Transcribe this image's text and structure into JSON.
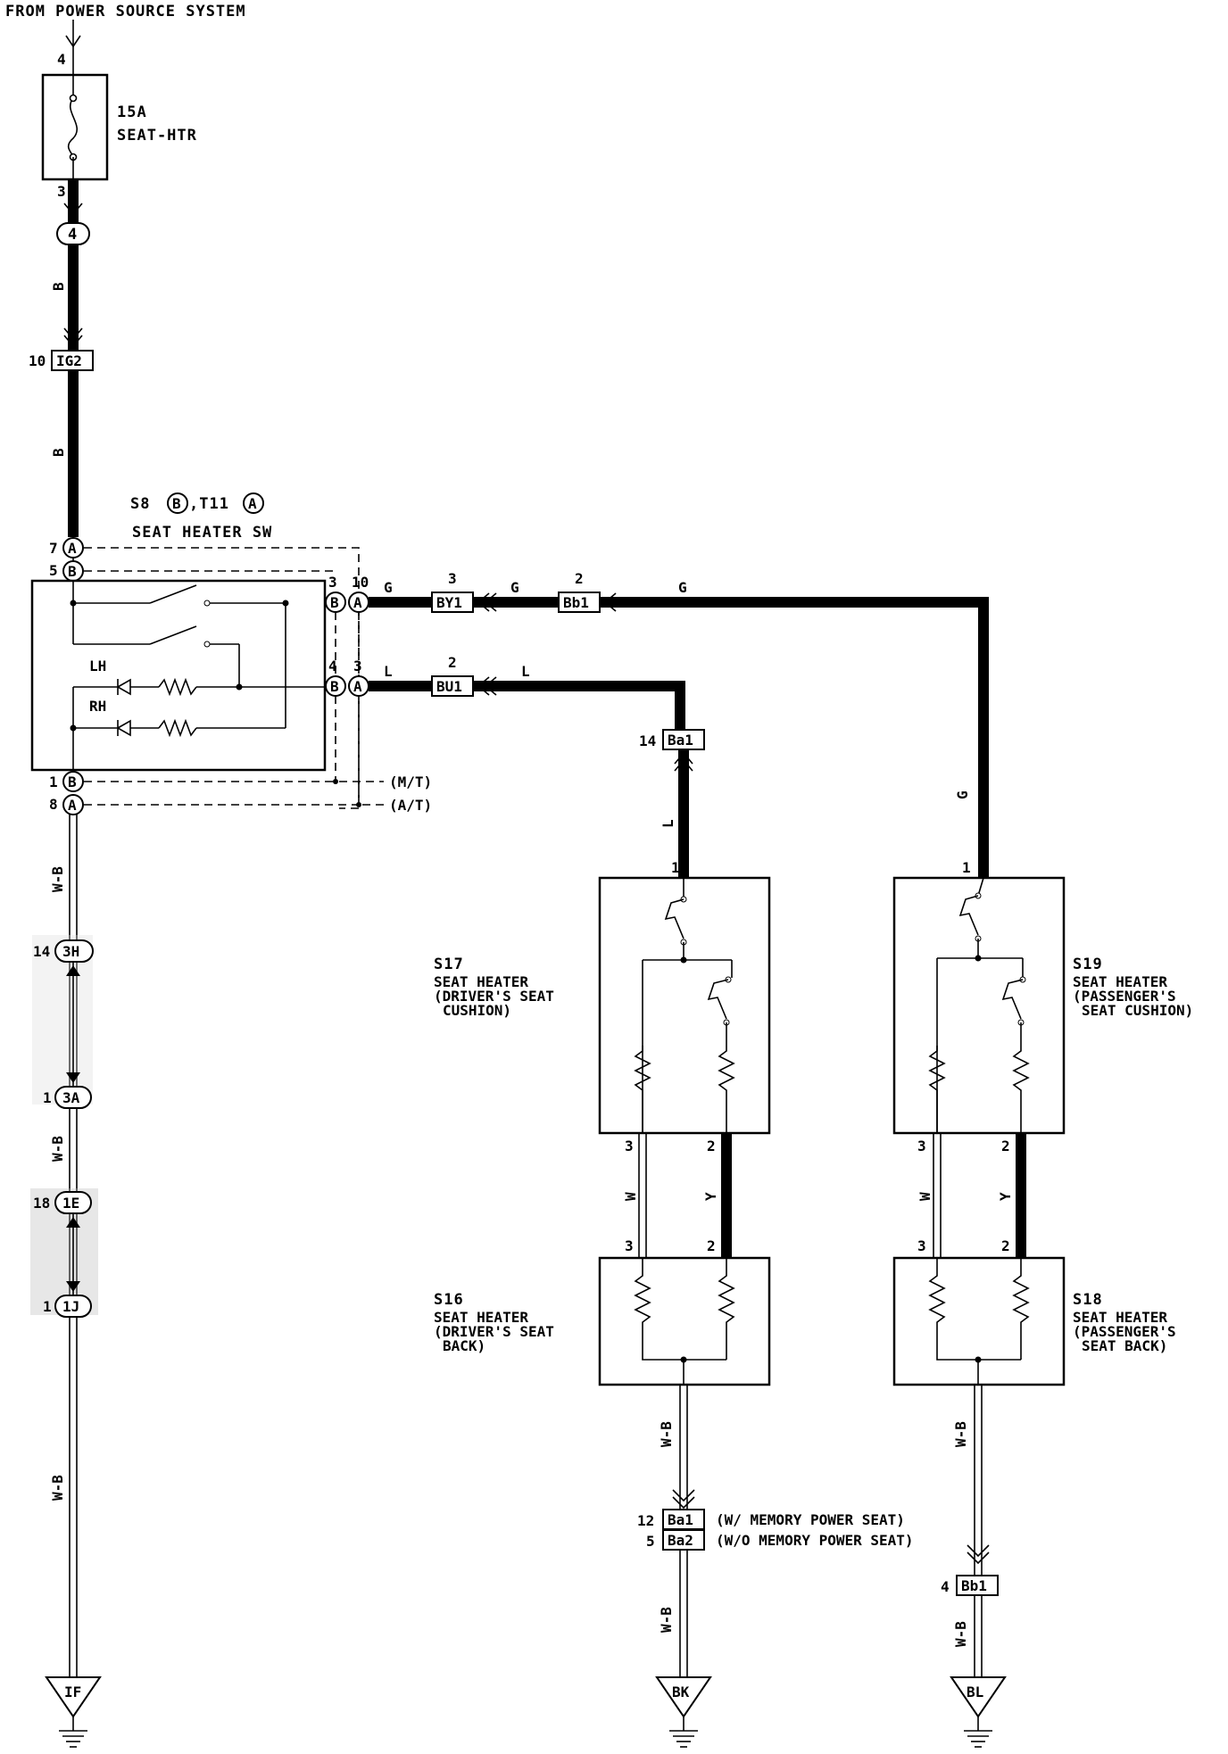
{
  "header": {
    "source": "FROM POWER SOURCE SYSTEM"
  },
  "fuse": {
    "amp": "15A",
    "name": "SEAT-HTR",
    "pin_top": "4",
    "pin_bottom": "3"
  },
  "junctions": {
    "j4": "4",
    "ig2": {
      "pin": "10",
      "label": "IG2"
    },
    "h3": {
      "pin": "14",
      "label": "3H"
    },
    "a3": {
      "pin": "1",
      "label": "3A"
    },
    "e1": {
      "pin": "18",
      "label": "1E"
    },
    "j1": {
      "pin": "1",
      "label": "1J"
    }
  },
  "wire_colors": {
    "b1": "B",
    "b2": "B",
    "wb_main1": "W-B",
    "wb_main2": "W-B",
    "wb_main3": "W-B",
    "g1": "G",
    "g2": "G",
    "g3": "G",
    "g_vert": "G",
    "l1": "L",
    "l2": "L",
    "l_vert": "L",
    "w_drv": "W",
    "y_drv": "Y",
    "w_pas": "W",
    "y_pas": "Y",
    "wb_drv": "W-B",
    "wb_drv2": "W-B",
    "wb_pas": "W-B",
    "wb_pas2": "W-B"
  },
  "switch": {
    "title_s8": "S8",
    "title_b": "B",
    "title_sep": ",T11",
    "title_a": "A",
    "name": "SEAT HEATER SW",
    "pin_7": "7",
    "pin_7_conn": "A",
    "pin_5": "5",
    "pin_5_conn": "B",
    "pin_1": "1",
    "pin_1_conn": "B",
    "pin_8": "8",
    "pin_8_conn": "A",
    "pin_3": "3",
    "pin_10": "10",
    "pin_4": "4",
    "pin_3b": "3",
    "conn_b": "B",
    "conn_a": "A",
    "lh": "LH",
    "rh": "RH",
    "mt": "(M/T)",
    "at": "(A/T)"
  },
  "connectors": {
    "by1": {
      "pin": "3",
      "label": "BY1"
    },
    "bb1_top": {
      "pin": "2",
      "label": "Bb1"
    },
    "bu1": {
      "pin": "2",
      "label": "BU1"
    },
    "ba1_top": {
      "pin": "14",
      "label": "Ba1"
    },
    "ba1_bot": {
      "pin": "12",
      "label": "Ba1",
      "note": "(W/ MEMORY POWER SEAT)"
    },
    "ba2_bot": {
      "pin": "5",
      "label": "Ba2",
      "note": "(W/O MEMORY POWER SEAT)"
    },
    "bb1_bot": {
      "pin": "4",
      "label": "Bb1"
    }
  },
  "components": {
    "s17": {
      "id": "S17",
      "l1": "SEAT HEATER",
      "l2": "(DRIVER'S SEAT",
      "l3": "CUSHION)",
      "pin1": "1",
      "pin3": "3",
      "pin2": "2"
    },
    "s19": {
      "id": "S19",
      "l1": "SEAT HEATER",
      "l2": "(PASSENGER'S",
      "l3": "SEAT CUSHION)",
      "pin1": "1",
      "pin3": "3",
      "pin2": "2"
    },
    "s16": {
      "id": "S16",
      "l1": "SEAT HEATER",
      "l2": "(DRIVER'S SEAT",
      "l3": "BACK)",
      "pin3": "3",
      "pin2": "2"
    },
    "s18": {
      "id": "S18",
      "l1": "SEAT HEATER",
      "l2": "(PASSENGER'S",
      "l3": "SEAT BACK)",
      "pin3": "3",
      "pin2": "2"
    }
  },
  "grounds": {
    "g1": "IF",
    "g2": "BK",
    "g3": "BL"
  }
}
